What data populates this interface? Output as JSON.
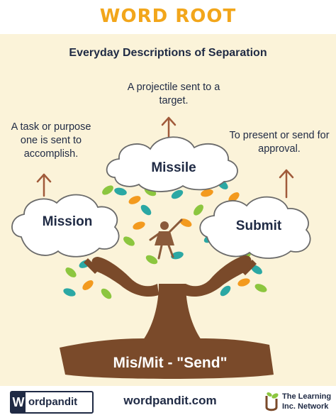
{
  "header": {
    "title": "WORD ROOT"
  },
  "subtitle": "Everyday Descriptions of Separation",
  "words": [
    {
      "word": "Mission",
      "description": "A task or purpose one is sent to accomplish."
    },
    {
      "word": "Missile",
      "description": "A projectile sent to a target."
    },
    {
      "word": "Submit",
      "description": "To present or send for approval."
    }
  ],
  "root": "Mis/Mit - \"Send\"",
  "footer": {
    "logo_letter": "W",
    "logo_text": "ordpandit",
    "website": "wordpandit.com",
    "network_line1": "The Learning",
    "network_line2": "Inc. Network"
  },
  "colors": {
    "accent": "#f2a61b",
    "text": "#1f2a44",
    "trunk": "#7a4a2a",
    "background": "#fbf3d9",
    "leaf_green": "#8cc63f",
    "leaf_teal": "#2ba8a4",
    "leaf_orange": "#f39a1e"
  },
  "icons": [
    "arrow-up-icon",
    "child-figure-icon",
    "hands-icon",
    "tree-icon",
    "leaf-icon",
    "sprout-logo-icon"
  ]
}
